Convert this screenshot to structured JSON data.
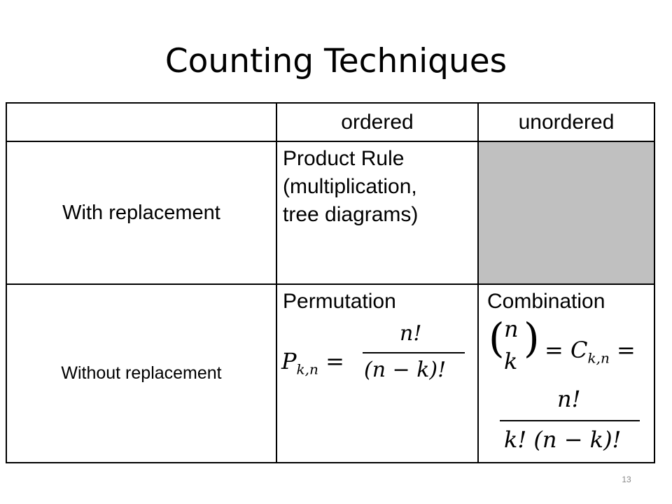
{
  "slide": {
    "title": "Counting Techniques",
    "page_number": "13"
  },
  "table": {
    "headers": [
      "",
      "ordered",
      "unordered"
    ],
    "rows": [
      {
        "label": "With replacement",
        "ordered_lines": [
          "Product Rule",
          "(multiplication,",
          "tree diagrams)"
        ],
        "unordered_fill": "#c0c0c0"
      },
      {
        "label": "Without replacement",
        "ordered_title": "Permutation",
        "ordered_formula": {
          "lhs": "P",
          "lhs_sub": "k,n",
          "equals": "=",
          "numerator": "n!",
          "denominator": "(n − k)!"
        },
        "unordered_title": "Combination",
        "unordered_formula": {
          "top": "n",
          "bottom": "k",
          "middle": "= C",
          "middle_sub": "k,n",
          "tail": "=",
          "numerator": "n!",
          "denominator": "k! (n − k)!"
        }
      }
    ]
  }
}
